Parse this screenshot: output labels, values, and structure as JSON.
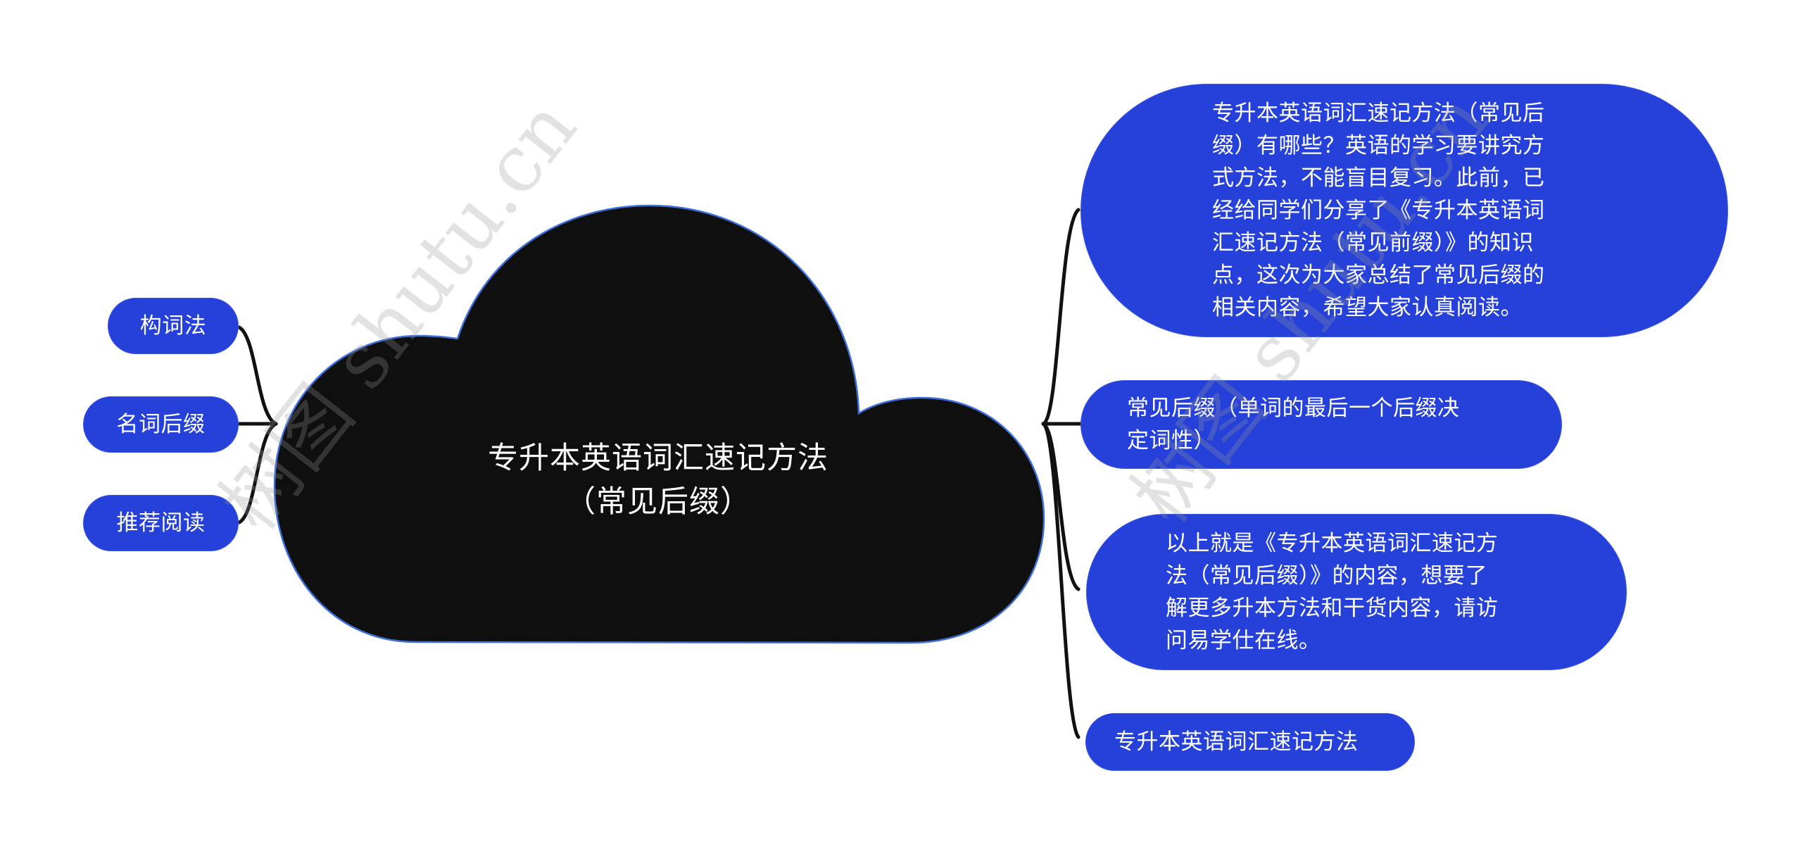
{
  "colors": {
    "node_fill": "#2541d9",
    "center_fill": "#0f0f0f",
    "center_stroke": "#3f6fd8",
    "connector": "#111111",
    "background": "#ffffff"
  },
  "center": {
    "title_line1": "专升本英语词汇速记方法",
    "title_line2": "（常见后缀）"
  },
  "left_nodes": [
    {
      "label": "构词法"
    },
    {
      "label": "名词后缀"
    },
    {
      "label": "推荐阅读"
    }
  ],
  "right_nodes": [
    {
      "lines": [
        "专升本英语词汇速记方法（常见后",
        "缀）有哪些？英语的学习要讲究方",
        "式方法，不能盲目复习。此前，已",
        "经给同学们分享了《专升本英语词",
        "汇速记方法（常见前缀）》的知识",
        "点，这次为大家总结了常见后缀的",
        "相关内容，希望大家认真阅读。"
      ]
    },
    {
      "lines": [
        "常见后缀（单词的最后一个后缀决",
        "定词性）"
      ]
    },
    {
      "lines": [
        "以上就是《专升本英语词汇速记方",
        "法（常见后缀）》的内容，想要了",
        "解更多升本方法和干货内容，请访",
        "问易学仕在线。"
      ]
    },
    {
      "lines": [
        "专升本英语词汇速记方法"
      ]
    }
  ],
  "watermarks": [
    {
      "text": "树图 shutu.cn"
    },
    {
      "text": "树图 shutu.cn"
    }
  ]
}
